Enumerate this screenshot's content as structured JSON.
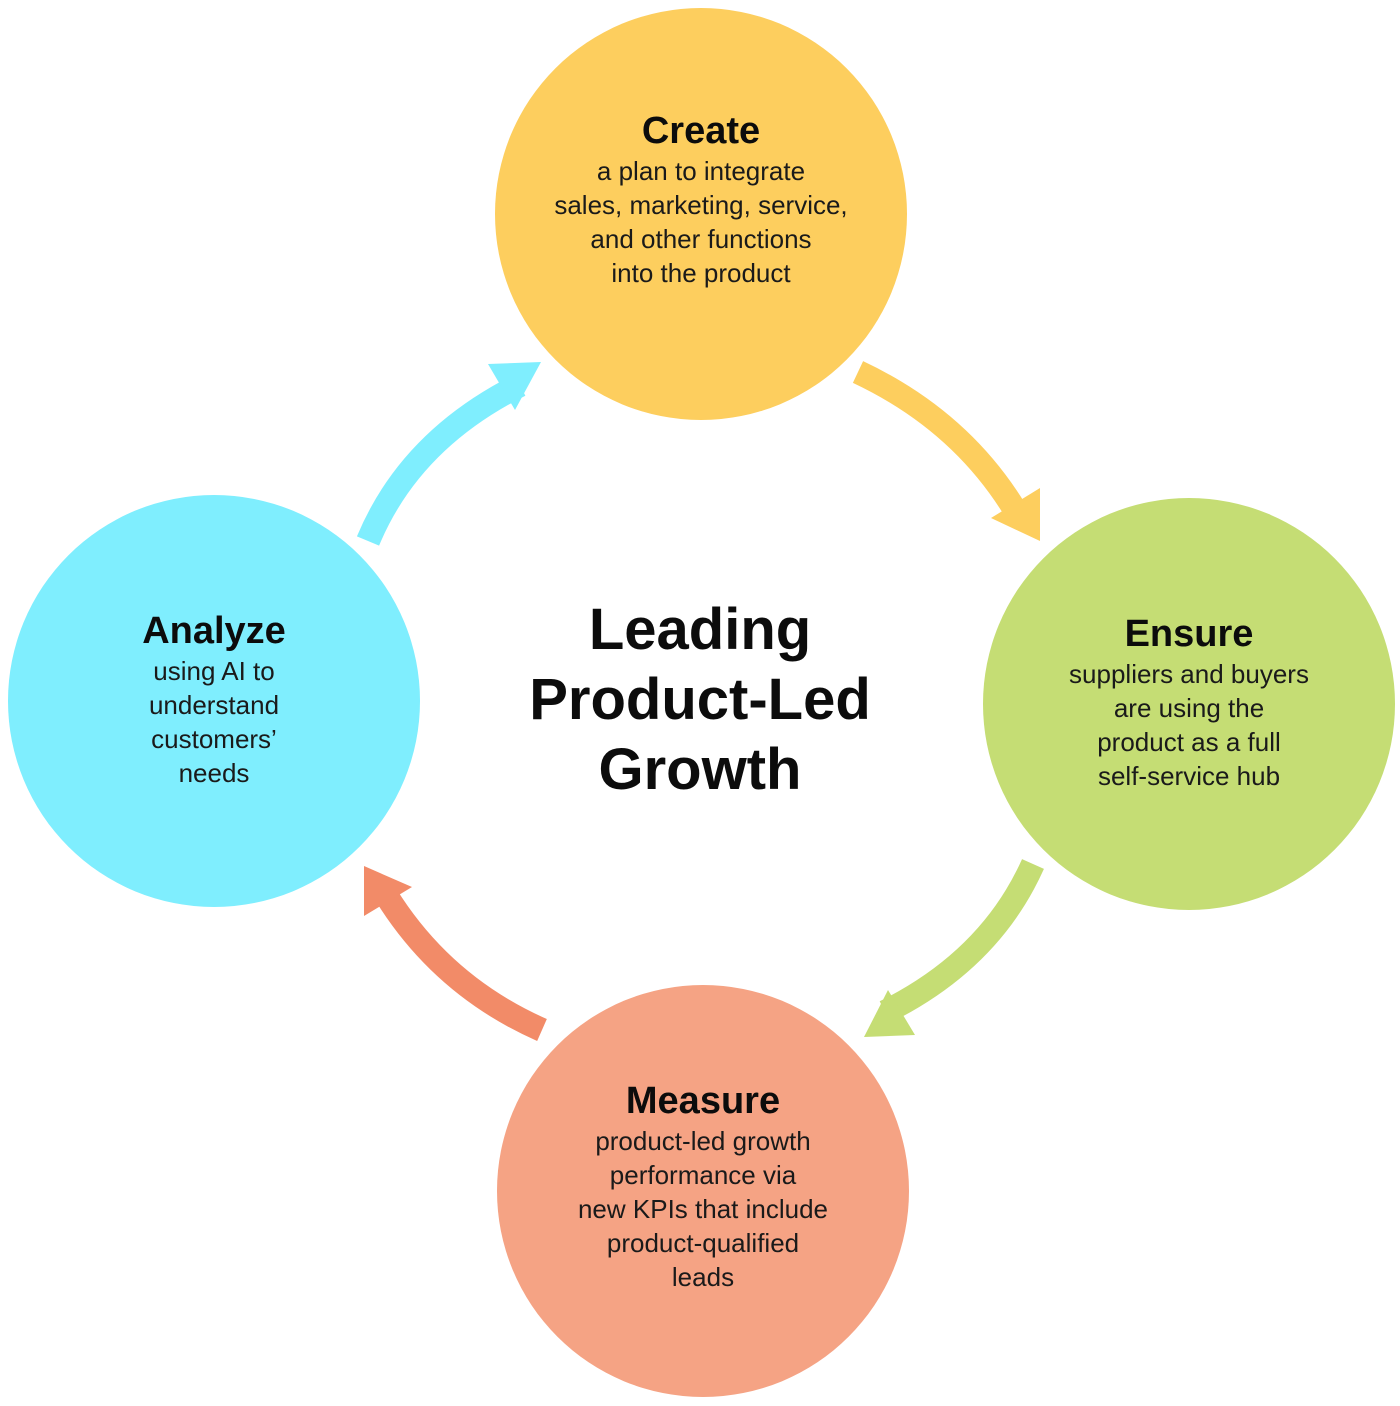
{
  "center": {
    "lines": [
      "Leading",
      "Product-Led",
      "Growth"
    ]
  },
  "nodes": [
    {
      "id": "create",
      "title": "Create",
      "desc": [
        "a plan to integrate",
        "sales, marketing, service,",
        "and other functions",
        "into the product"
      ],
      "color": "#FDCE5E"
    },
    {
      "id": "ensure",
      "title": "Ensure",
      "desc": [
        "suppliers and buyers",
        "are using the",
        "product as a full",
        "self-service hub"
      ],
      "color": "#C5DD74"
    },
    {
      "id": "measure",
      "title": "Measure",
      "desc": [
        "product-led growth",
        "performance via",
        "new KPIs that include",
        "product-qualified",
        "leads"
      ],
      "color": "#F5A384"
    },
    {
      "id": "analyze",
      "title": "Analyze",
      "desc": [
        "using AI to",
        "understand",
        "customers’",
        "needs"
      ],
      "color": "#7FEEFE"
    }
  ],
  "arrows": [
    {
      "from": "create",
      "to": "ensure",
      "color": "#FDCE5E"
    },
    {
      "from": "ensure",
      "to": "measure",
      "color": "#C5DD74"
    },
    {
      "from": "measure",
      "to": "analyze",
      "color": "#F28B68"
    },
    {
      "from": "analyze",
      "to": "create",
      "color": "#7FEEFE"
    }
  ]
}
